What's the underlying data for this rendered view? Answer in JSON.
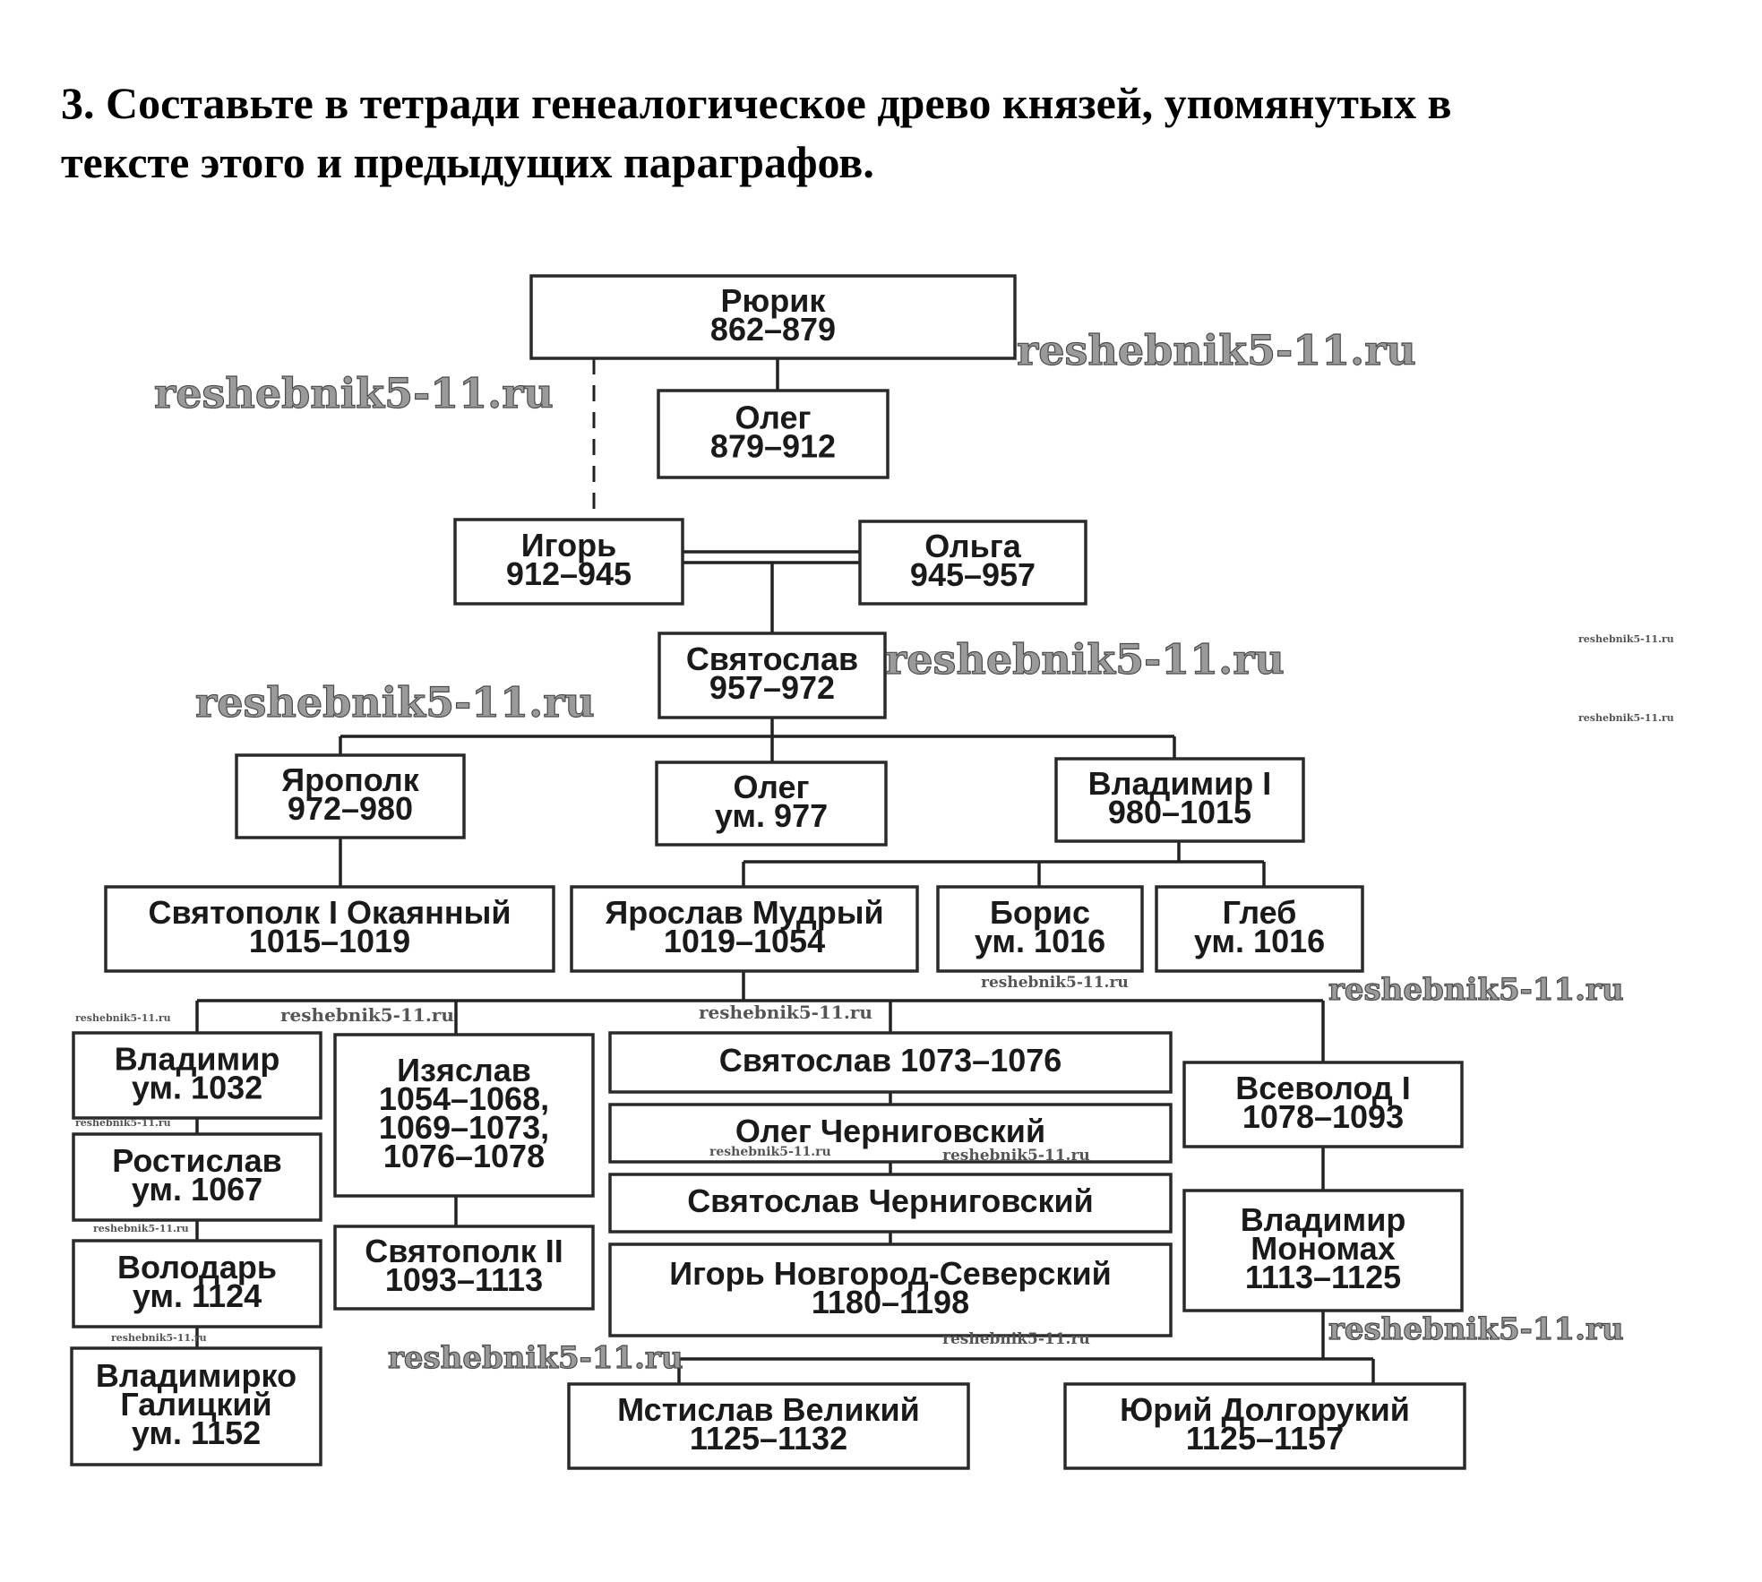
{
  "task": {
    "heading_line1": "3. Составьте в тетради генеалогическое древо князей, упомянутых в",
    "heading_line2": "тексте этого и предыдущих параграфов."
  },
  "tree": {
    "nodes": [
      {
        "id": "rurik",
        "lines": [
          "Рюрик",
          "862–879"
        ]
      },
      {
        "id": "oleg-prophetic",
        "lines": [
          "Олег",
          "879–912"
        ]
      },
      {
        "id": "igor",
        "lines": [
          "Игорь",
          "912–945"
        ]
      },
      {
        "id": "olga",
        "lines": [
          "Ольга",
          "945–957"
        ]
      },
      {
        "id": "svyatoslav",
        "lines": [
          "Святослав",
          "957–972"
        ]
      },
      {
        "id": "yaropolk",
        "lines": [
          "Ярополк",
          "972–980"
        ]
      },
      {
        "id": "oleg-977",
        "lines": [
          "Олег",
          "ум. 977"
        ]
      },
      {
        "id": "vladimir-i",
        "lines": [
          "Владимир I",
          "980–1015"
        ]
      },
      {
        "id": "svyatopolk-i",
        "lines": [
          "Святополк I Окаянный",
          "1015–1019"
        ]
      },
      {
        "id": "yaroslav",
        "lines": [
          "Ярослав Мудрый",
          "1019–1054"
        ]
      },
      {
        "id": "boris",
        "lines": [
          "Борис",
          "ум. 1016"
        ]
      },
      {
        "id": "gleb",
        "lines": [
          "Глеб",
          "ум. 1016"
        ]
      },
      {
        "id": "vladimir-1032",
        "lines": [
          "Владимир",
          "ум. 1032"
        ]
      },
      {
        "id": "rostislav",
        "lines": [
          "Ростислав",
          "ум. 1067"
        ]
      },
      {
        "id": "volodar",
        "lines": [
          "Володарь",
          "ум. 1124"
        ]
      },
      {
        "id": "vladimirko",
        "lines": [
          "Владимирко",
          "Галицкий",
          "ум. 1152"
        ]
      },
      {
        "id": "izyaslav",
        "lines": [
          "Изяслав",
          "1054–1068,",
          "1069–1073,",
          "1076–1078"
        ]
      },
      {
        "id": "svyatopolk-ii",
        "lines": [
          "Святополк II",
          "1093–1113"
        ]
      },
      {
        "id": "svyatoslav-1073",
        "lines": [
          "Святослав 1073–1076"
        ]
      },
      {
        "id": "oleg-chernigov",
        "lines": [
          "Олег Черниговский"
        ]
      },
      {
        "id": "svyatoslav-chernigov",
        "lines": [
          "Святослав Черниговский"
        ]
      },
      {
        "id": "igor-novgorod-seversky",
        "lines": [
          "Игорь Новгород-Северский",
          "1180–1198"
        ]
      },
      {
        "id": "vsevolod-i",
        "lines": [
          "Всеволод I",
          "1078–1093"
        ]
      },
      {
        "id": "vladimir-monomakh",
        "lines": [
          "Владимир",
          "Мономах",
          "1113–1125"
        ]
      },
      {
        "id": "mstislav",
        "lines": [
          "Мстислав Великий",
          "1125–1132"
        ]
      },
      {
        "id": "yuri",
        "lines": [
          "Юрий Долгорукий",
          "1125–1157"
        ]
      }
    ],
    "relations": [
      {
        "from": "rurik",
        "to": "oleg-prophetic",
        "type": "solid"
      },
      {
        "from": "rurik",
        "to": "igor",
        "type": "dashed"
      },
      {
        "from": "igor",
        "to": "olga",
        "type": "marriage"
      },
      {
        "from": "igor",
        "to": "svyatoslav",
        "type": "child"
      },
      {
        "from": "svyatoslav",
        "to": "yaropolk",
        "type": "child"
      },
      {
        "from": "svyatoslav",
        "to": "oleg-977",
        "type": "child"
      },
      {
        "from": "svyatoslav",
        "to": "vladimir-i",
        "type": "child"
      },
      {
        "from": "yaropolk",
        "to": "svyatopolk-i",
        "type": "child"
      },
      {
        "from": "vladimir-i",
        "to": "yaroslav",
        "type": "child"
      },
      {
        "from": "vladimir-i",
        "to": "boris",
        "type": "child"
      },
      {
        "from": "vladimir-i",
        "to": "gleb",
        "type": "child"
      },
      {
        "from": "yaroslav",
        "to": "vladimir-1032",
        "type": "child"
      },
      {
        "from": "yaroslav",
        "to": "izyaslav",
        "type": "child"
      },
      {
        "from": "yaroslav",
        "to": "svyatoslav-1073",
        "type": "child"
      },
      {
        "from": "yaroslav",
        "to": "vsevolod-i",
        "type": "child"
      },
      {
        "from": "vladimir-1032",
        "to": "rostislav",
        "type": "child"
      },
      {
        "from": "rostislav",
        "to": "volodar",
        "type": "child"
      },
      {
        "from": "volodar",
        "to": "vladimirko",
        "type": "child"
      },
      {
        "from": "izyaslav",
        "to": "svyatopolk-ii",
        "type": "child"
      },
      {
        "from": "svyatoslav-1073",
        "to": "oleg-chernigov",
        "type": "child"
      },
      {
        "from": "oleg-chernigov",
        "to": "svyatoslav-chernigov",
        "type": "child"
      },
      {
        "from": "svyatoslav-chernigov",
        "to": "igor-novgorod-seversky",
        "type": "child"
      },
      {
        "from": "vsevolod-i",
        "to": "vladimir-monomakh",
        "type": "child"
      },
      {
        "from": "vladimir-monomakh",
        "to": "mstislav",
        "type": "child"
      },
      {
        "from": "vladimir-monomakh",
        "to": "yuri",
        "type": "child"
      }
    ]
  },
  "watermark_text": "reshebnik5-11.ru"
}
